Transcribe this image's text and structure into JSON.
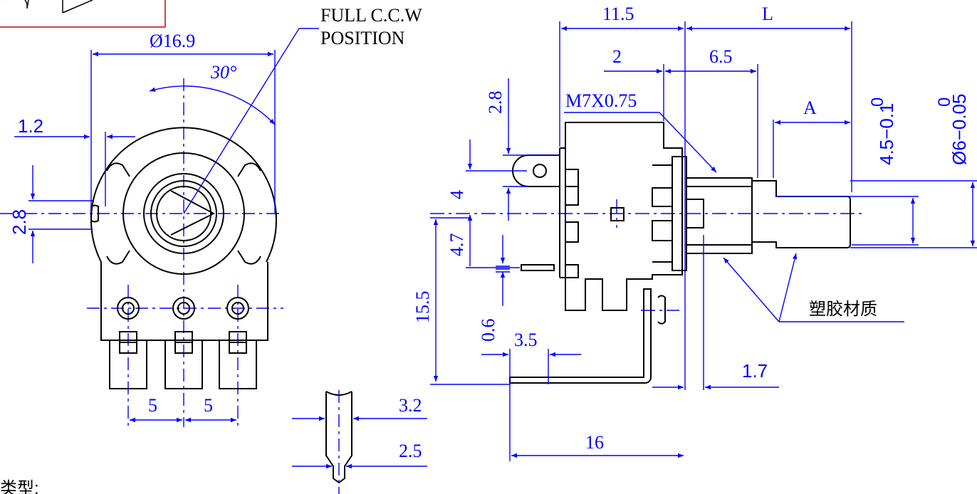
{
  "colors": {
    "outline": "#000000",
    "dimension": "#0000ff",
    "centerline": "#0000ff",
    "frame": "#cc0000",
    "background": "#ffffff"
  },
  "front_view": {
    "note_line1": "FULL   C.C.W",
    "note_line2": "POSITION",
    "dia_body": "Ø16.9",
    "angle": "30°",
    "dim_1_2": "1.2",
    "dim_2_8": "2.8",
    "pitch_left": "5",
    "pitch_right": "5"
  },
  "terminal_detail": {
    "width_top": "3.2",
    "width_bottom": "2.5"
  },
  "side_view": {
    "dim_11_5": "11.5",
    "dim_L": "L",
    "dim_2": "2",
    "dim_6_5": "6.5",
    "thread": "M7X0.75",
    "dim_A": "A",
    "dim_2_8": "2.8",
    "dim_4": "4",
    "dim_4_7": "4.7",
    "dim_15_5": "15.5",
    "dim_0_6": "0.6",
    "dim_3_5": "3.5",
    "dim_1_7": "1.7",
    "dim_16": "16",
    "shaft_tol_45_upper": "0",
    "shaft_tol_45": "4.5−0.1",
    "shaft_tol_6_upper": "0",
    "shaft_tol_6": "Ø6−0.05",
    "material_label": "塑胶材质"
  },
  "footer": {
    "type_label": "类型:"
  }
}
